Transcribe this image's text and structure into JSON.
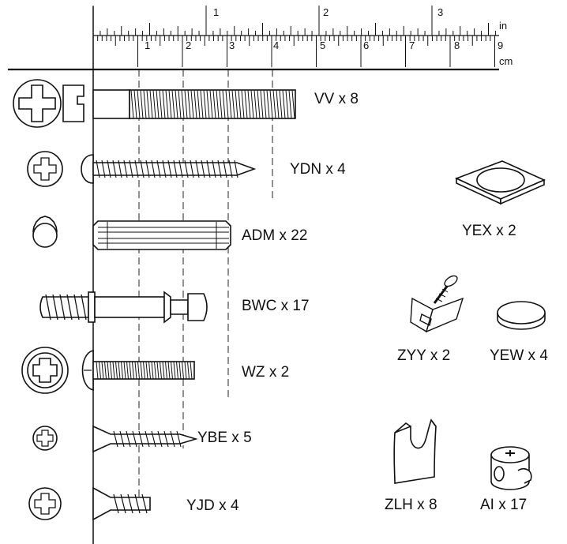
{
  "ruler": {
    "inch_unit": "in",
    "cm_unit": "cm",
    "inch_marks": [
      "1",
      "2",
      "3"
    ],
    "cm_marks": [
      "1",
      "2",
      "3",
      "4",
      "5",
      "6",
      "7",
      "8",
      "9"
    ]
  },
  "parts": [
    {
      "code": "VV",
      "label": "VV x  8",
      "qty": 8
    },
    {
      "code": "YDN",
      "label": "YDN x  4",
      "qty": 4
    },
    {
      "code": "ADM",
      "label": "ADM x  22",
      "qty": 22
    },
    {
      "code": "BWC",
      "label": "BWC x  17",
      "qty": 17
    },
    {
      "code": "WZ",
      "label": "WZ x 2",
      "qty": 2
    },
    {
      "code": "YBE",
      "label": "YBE x  5",
      "qty": 5
    },
    {
      "code": "YJD",
      "label": "YJD x  4",
      "qty": 4
    },
    {
      "code": "YEX",
      "label": "YEX x 2",
      "qty": 2
    },
    {
      "code": "ZYY",
      "label": "ZYY x  2",
      "qty": 2
    },
    {
      "code": "YEW",
      "label": "YEW x  4",
      "qty": 4
    },
    {
      "code": "ZLH",
      "label": "ZLH x  8",
      "qty": 8
    },
    {
      "code": "AI",
      "label": "AI x  17",
      "qty": 17
    }
  ]
}
